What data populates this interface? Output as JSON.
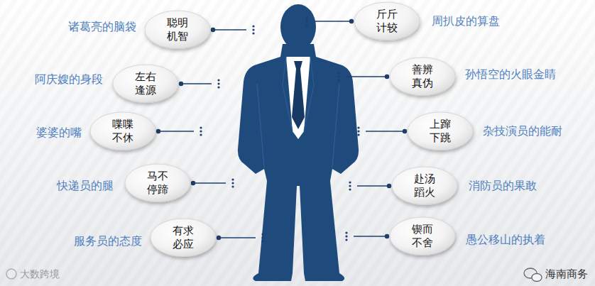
{
  "diagram": {
    "nodes": [
      {
        "text": [
          "聪明 机智"
        ]
      },
      {
        "text": [
          "斤斤 计较"
        ]
      },
      {
        "text": [
          "左右 逢源"
        ]
      },
      {
        "text": [
          "善辨 真伪"
        ]
      },
      {
        "text": [
          "喋喋 不休"
        ]
      },
      {
        "text": [
          "上蹿 下跳"
        ]
      },
      {
        "text": [
          "马不 停蹄"
        ]
      },
      {
        "text": [
          "赴汤 蹈火"
        ]
      },
      {
        "text": [
          "有求 必应"
        ]
      },
      {
        "text": [
          "锲而 不舍"
        ]
      }
    ],
    "labels": [
      "诸葛亮的脑袋",
      "周扒皮的算盘",
      "阿庆嫂的身段",
      "孙悟空的火眼金睛",
      "婆婆的嘴",
      "杂技演员的能耐",
      "快递员的腿",
      "消防员的果敢",
      "服务员的态度",
      "愚公移山的执着",
      "大数跨境",
      "海南商务"
    ]
  }
}
